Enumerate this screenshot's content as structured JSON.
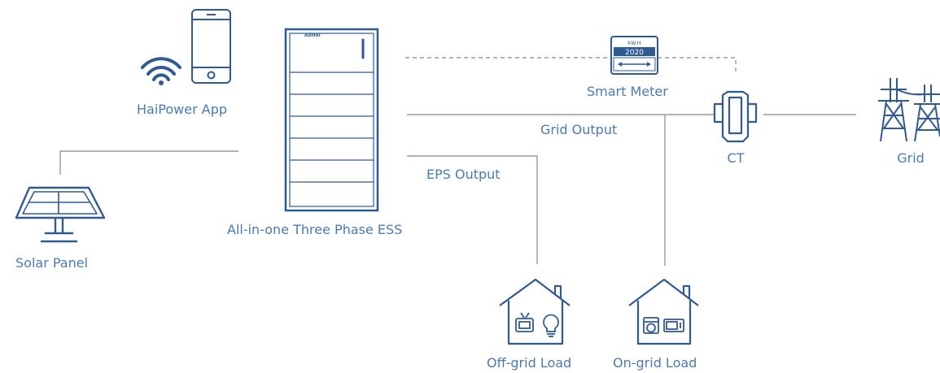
{
  "labels": {
    "app": "HaiPower App",
    "ess": "All-in-one Three Phase ESS",
    "solar": "Solar Panel",
    "smart_meter": "Smart Meter",
    "grid_output": "Grid Output",
    "eps_output": "EPS Output",
    "ct": "CT",
    "grid": "Grid",
    "offgrid_load": "Off-grid Load",
    "ongrid_load": "On-grid Load"
  },
  "ess_brand": "ADHAI",
  "meter": {
    "unit": "kW.H",
    "reading": "2020"
  },
  "colors": {
    "icon": "#2f5a94",
    "label": "#4a7bb5",
    "line": "#9a9a9a"
  }
}
